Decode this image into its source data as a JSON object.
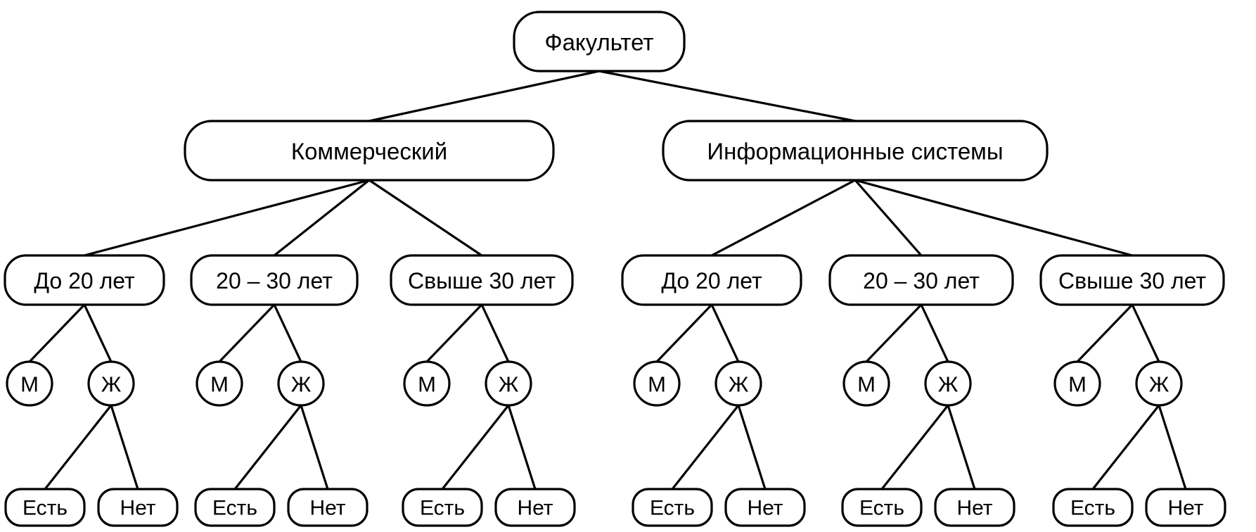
{
  "tree": {
    "root": {
      "label": "Факультет",
      "children": [
        {
          "label": "Коммерческий",
          "children": [
            {
              "label": "До 20 лет",
              "children": [
                {
                  "label": "М"
                },
                {
                  "label": "Ж",
                  "children": [
                    {
                      "label": "Есть"
                    },
                    {
                      "label": "Нет"
                    }
                  ]
                }
              ]
            },
            {
              "label": "20 – 30 лет",
              "children": [
                {
                  "label": "М"
                },
                {
                  "label": "Ж",
                  "children": [
                    {
                      "label": "Есть"
                    },
                    {
                      "label": "Нет"
                    }
                  ]
                }
              ]
            },
            {
              "label": "Свыше 30 лет",
              "children": [
                {
                  "label": "М"
                },
                {
                  "label": "Ж",
                  "children": [
                    {
                      "label": "Есть"
                    },
                    {
                      "label": "Нет"
                    }
                  ]
                }
              ]
            }
          ]
        },
        {
          "label": "Информационные системы",
          "children": [
            {
              "label": "До 20 лет",
              "children": [
                {
                  "label": "М"
                },
                {
                  "label": "Ж",
                  "children": [
                    {
                      "label": "Есть"
                    },
                    {
                      "label": "Нет"
                    }
                  ]
                }
              ]
            },
            {
              "label": "20 – 30 лет",
              "children": [
                {
                  "label": "М"
                },
                {
                  "label": "Ж",
                  "children": [
                    {
                      "label": "Есть"
                    },
                    {
                      "label": "Нет"
                    }
                  ]
                }
              ]
            },
            {
              "label": "Свыше 30 лет",
              "children": [
                {
                  "label": "М"
                },
                {
                  "label": "Ж",
                  "children": [
                    {
                      "label": "Есть"
                    },
                    {
                      "label": "Нет"
                    }
                  ]
                }
              ]
            }
          ]
        }
      ]
    }
  }
}
